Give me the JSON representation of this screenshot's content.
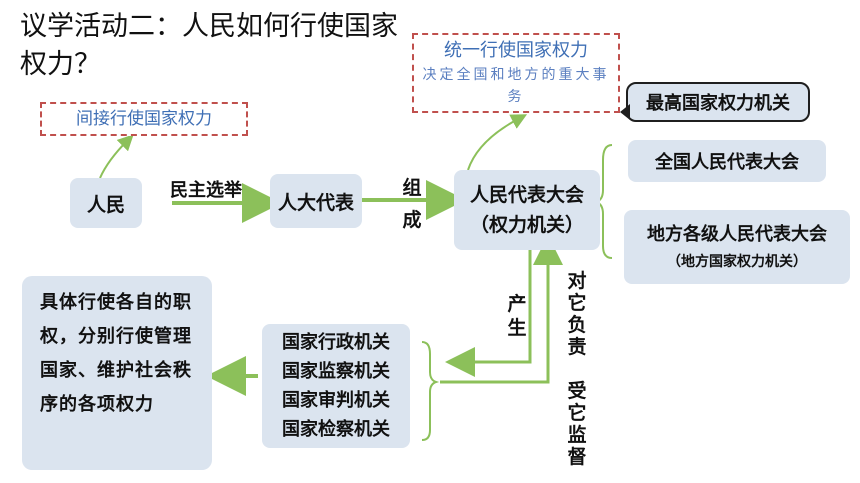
{
  "title": "议学活动二：人民如何行使国家权力？",
  "indirect_power": "间接行使国家权力",
  "unified_box": {
    "line1": "统一行使国家权力",
    "line2": "决定全国和地方的重大事务"
  },
  "highest_organ_callout": "最高国家权力机关",
  "people": "人民",
  "democratic_election": "民主选举",
  "deputies": "人大代表",
  "compose": "组成",
  "congress": {
    "line1": "人民代表大会",
    "line2": "（权力机关）"
  },
  "npc": "全国人民代表大会",
  "local_congress": {
    "line1": "地方各级人民代表大会",
    "line2": "（地方国家权力机关）"
  },
  "produce": "产生",
  "responsible": "对它负责",
  "supervised": "受它监督",
  "state_organs": [
    "国家行政机关",
    "国家监察机关",
    "国家审判机关",
    "国家检察机关"
  ],
  "duties_text": "具体行使各自的职权，分别行使管理国家、维护社会秩序的各项权力"
}
